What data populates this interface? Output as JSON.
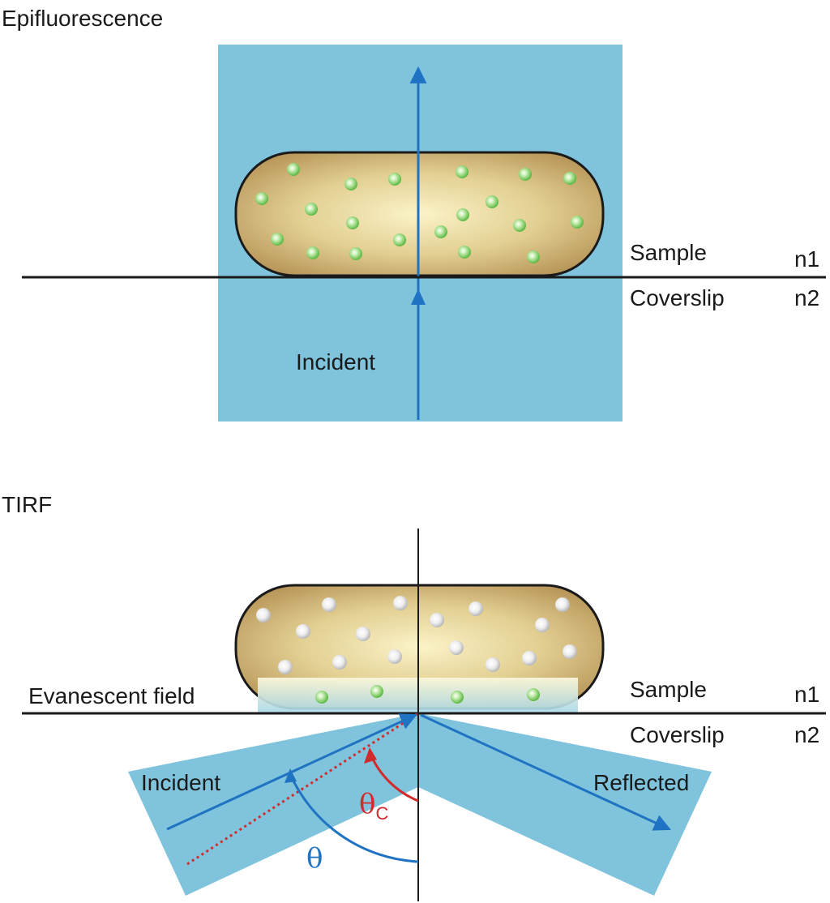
{
  "epi": {
    "title": "Epifluorescence",
    "sample_label": "Sample",
    "n1_label": "n1",
    "coverslip_label": "Coverslip",
    "n2_label": "n2",
    "incident_label": "Incident"
  },
  "tirf": {
    "title": "TIRF",
    "evanescent_label": "Evanescent field",
    "sample_label": "Sample",
    "n1_label": "n1",
    "coverslip_label": "Coverslip",
    "n2_label": "n2",
    "incident_label": "Incident",
    "reflected_label": "Reflected",
    "theta_c_symbol": "θ",
    "theta_c_subscript": "C",
    "theta_symbol": "θ"
  },
  "colors": {
    "beam": "#7fc4dc",
    "arrow": "#1f73c2",
    "critical_angle": "#d22b2b",
    "cell_border": "#1a1a1a",
    "fluorophore_on": "#7fd060",
    "fluorophore_off": "#e6e6e6"
  },
  "icons": {
    "fluorophore_on": "green-fluorophore-icon",
    "fluorophore_off": "white-fluorophore-icon"
  }
}
